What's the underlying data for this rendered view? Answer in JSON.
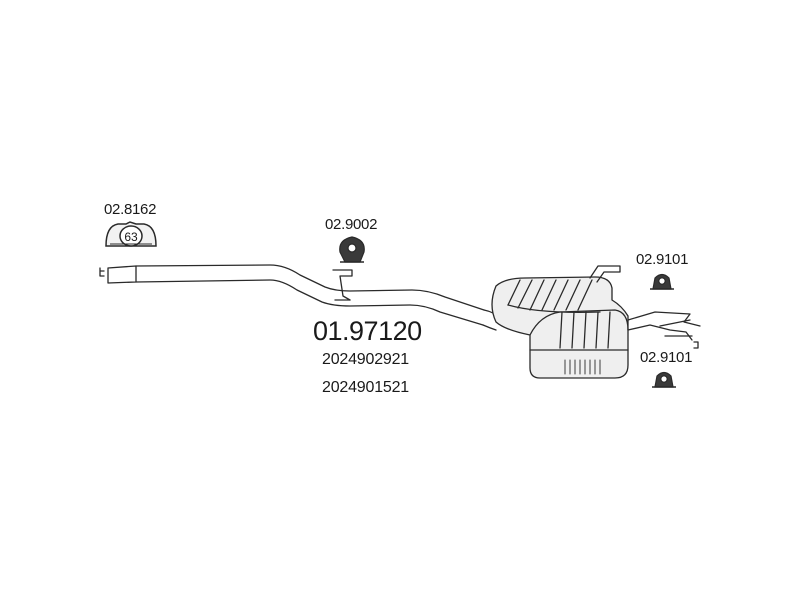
{
  "part_number": "01.97120",
  "oem_numbers": [
    "2024902921",
    "2024901521"
  ],
  "accessories": {
    "clamp": {
      "code": "02.8162",
      "size": "63",
      "icon": "pipe-clamp-icon"
    },
    "hanger_front": {
      "code": "02.9002",
      "icon": "rubber-hanger-icon"
    },
    "hanger_rear_upper": {
      "code": "02.9101",
      "icon": "rubber-hanger-icon"
    },
    "hanger_rear_lower": {
      "code": "02.9101",
      "icon": "rubber-hanger-icon"
    }
  },
  "colors": {
    "line": "#2a2a2a",
    "muffler_fill": "#efefef",
    "background": "#ffffff"
  }
}
